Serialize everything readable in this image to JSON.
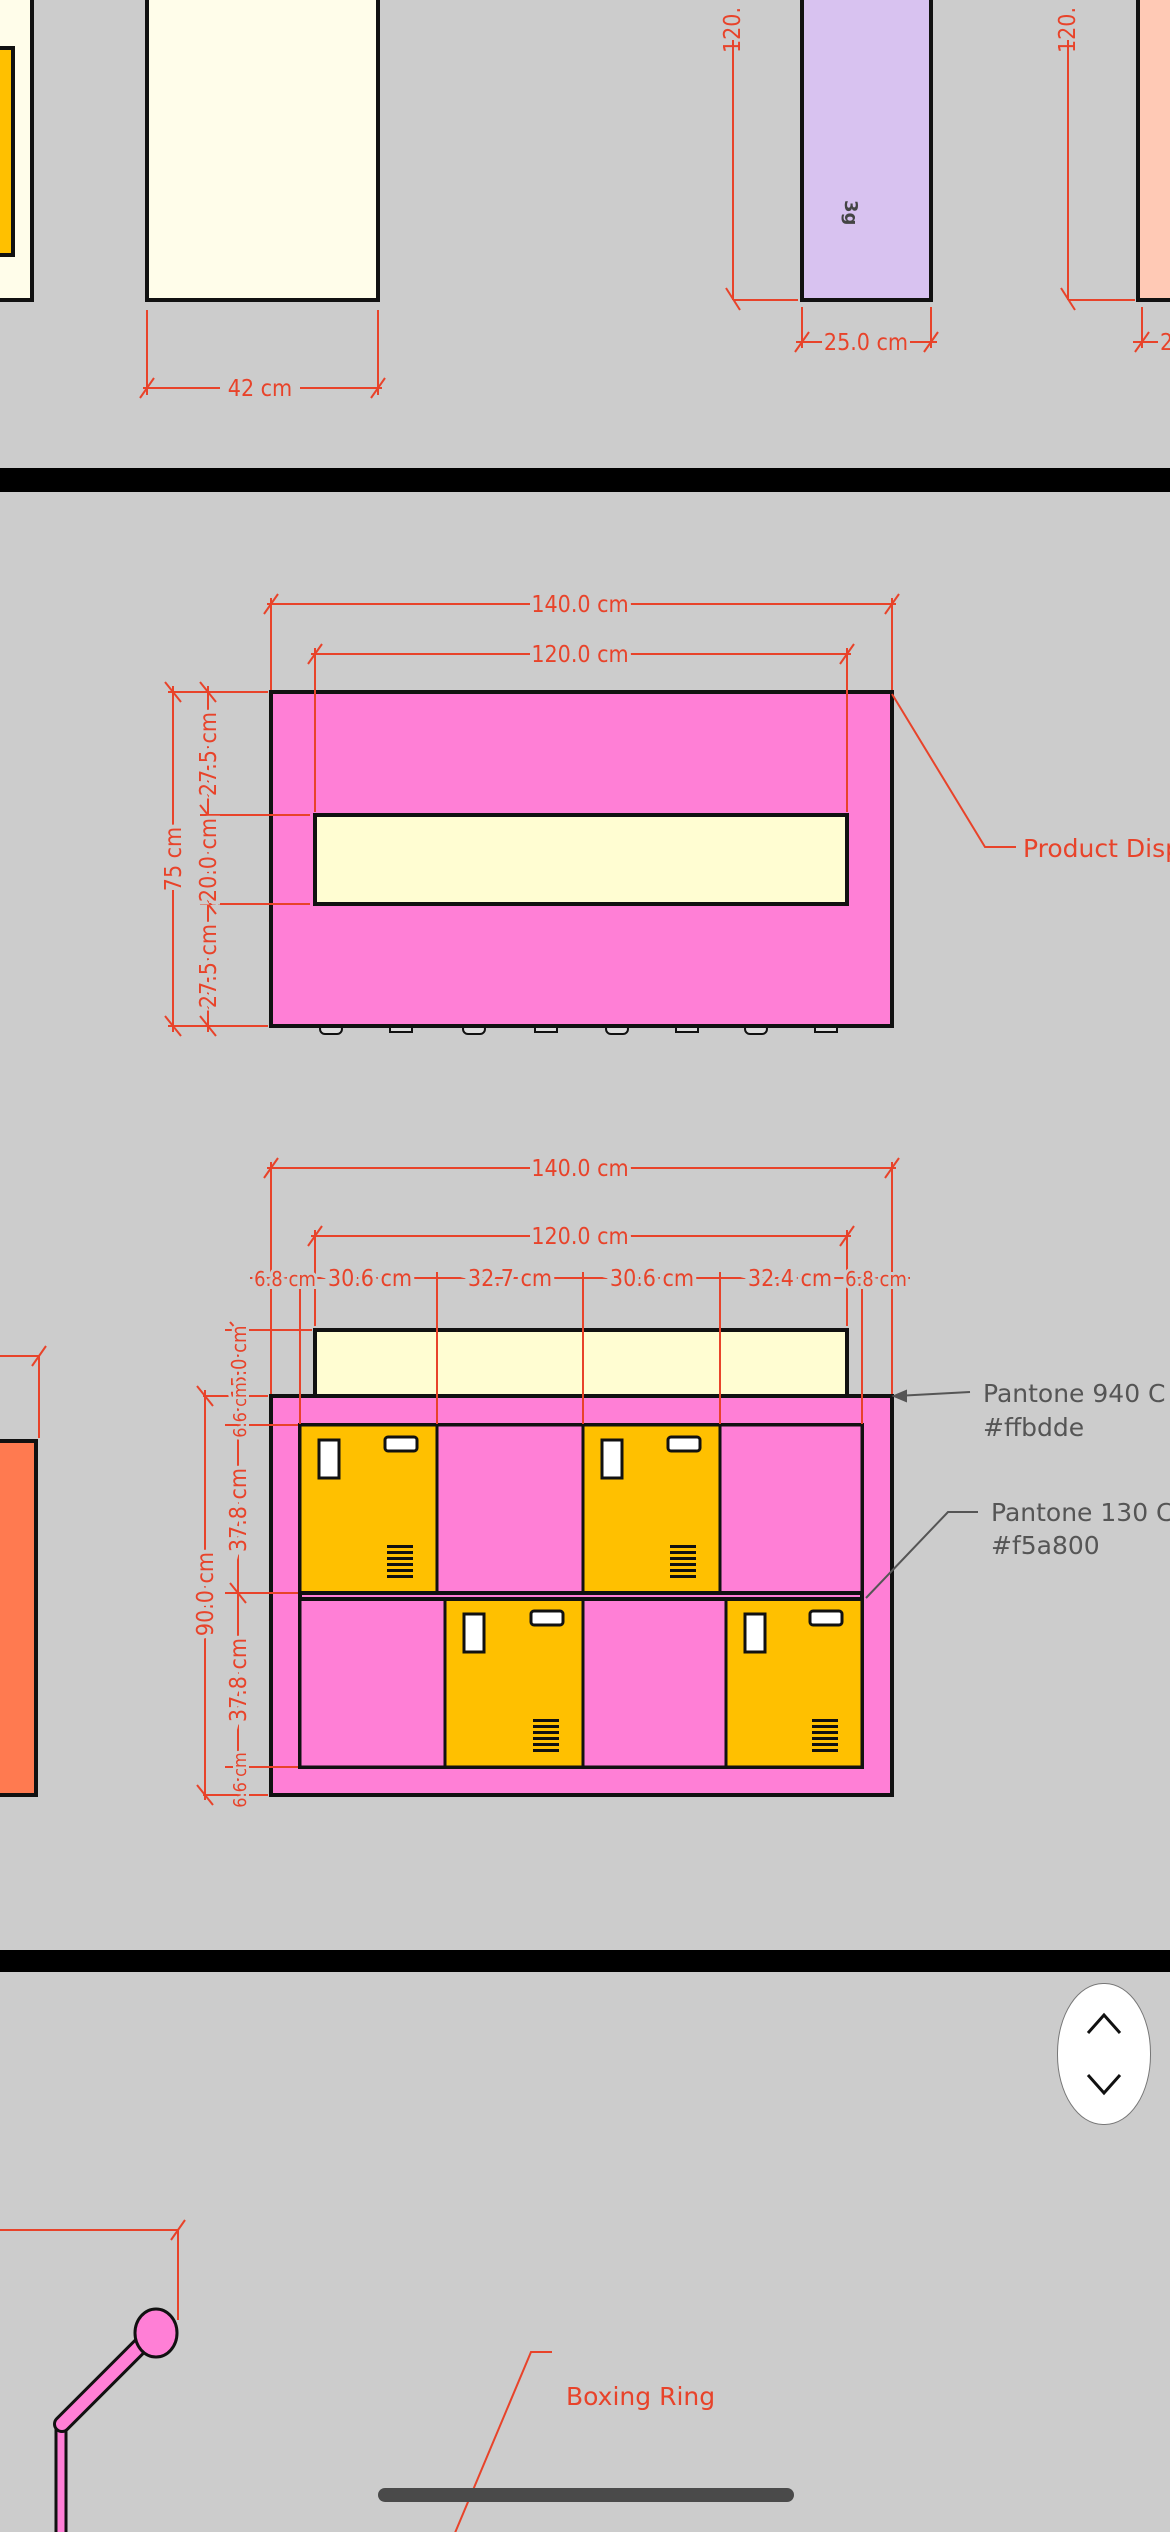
{
  "colors": {
    "background": "#cccccc",
    "pink": "#ff7fd6",
    "yellow": "#ffc000",
    "cream": "#fffdde",
    "dimension": "#e8432a",
    "separator": "#000000",
    "purple": "#d8c2f0",
    "peach": "#ffc9b5",
    "orange": "#ff7a50"
  },
  "top_section": {
    "cabinet_width": "42 cm",
    "tube_height_1": "120.",
    "tube_width": "25.0 cm",
    "tube_height_2": "120.",
    "tube_width_2": "2",
    "tube_label": "3g"
  },
  "front_view": {
    "outer_width": "140.0 cm",
    "inner_width": "120.0 cm",
    "total_height": "75 cm",
    "top_margin": "27.5 cm",
    "slot_height": "20.0 cm",
    "bottom_margin": "27.5 cm",
    "callout": "Product Disp"
  },
  "cabinet_view": {
    "outer_width": "140.0 cm",
    "inner_width": "120.0 cm",
    "segments": [
      "6.8 cm",
      "30.6 cm",
      "32.7 cm",
      "30.6 cm",
      "32.4 cm",
      "6.8 cm"
    ],
    "total_height": "90.0 cm",
    "top_height": "15.0 cm",
    "v_segments": [
      "6.6 cm",
      "37.8 cm",
      "37.8 cm",
      "6.6 cm"
    ],
    "notes": [
      {
        "line1": "Pantone 940 C",
        "line2": "#ffbdde"
      },
      {
        "line1": "Pantone 130 C",
        "line2": "#f5a800"
      }
    ]
  },
  "bottom_section": {
    "callout": "Boxing Ring"
  },
  "scroll_control": {
    "up": "up-chevron-icon",
    "down": "down-chevron-icon"
  }
}
